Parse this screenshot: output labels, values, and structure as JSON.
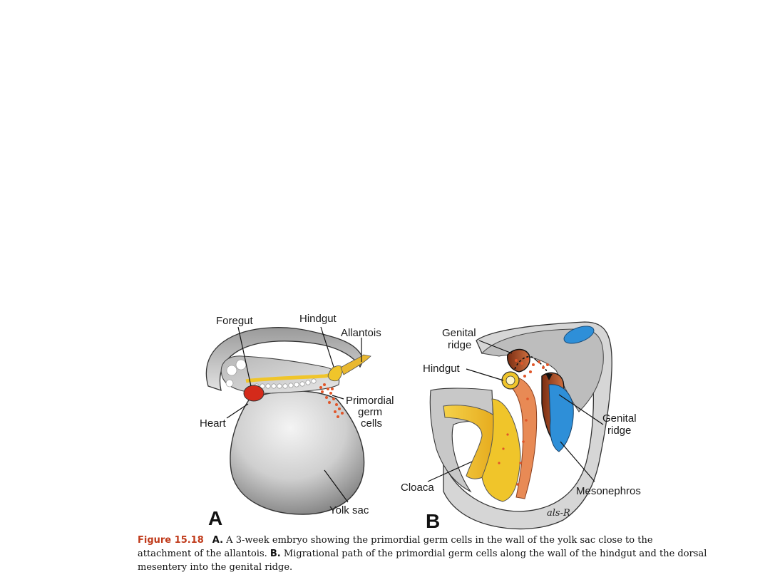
{
  "panel_a": {
    "letter": "A",
    "labels": {
      "foregut": "Foregut",
      "hindgut": "Hindgut",
      "allantois": "Allantois",
      "pgc_1": "Primordial",
      "pgc_2": "germ",
      "pgc_3": "cells",
      "heart": "Heart",
      "yolk_sac": "Yolk sac"
    }
  },
  "panel_b": {
    "letter": "B",
    "labels": {
      "genital_ridge_top_1": "Genital",
      "genital_ridge_top_2": "ridge",
      "hindgut": "Hindgut",
      "genital_ridge_right_1": "Genital",
      "genital_ridge_right_2": "ridge",
      "cloaca": "Cloaca",
      "mesonephros": "Mesonephros"
    },
    "signature": "als-R"
  },
  "caption": {
    "figure_number": "Figure 15.18",
    "a_label": "A.",
    "a_text": "A 3-week embryo showing the primordial germ cells in the wall of the yolk sac close to the attachment of the allantois.",
    "b_label": "B.",
    "b_text": "Migrational path of the primordial germ cells along the wall of the hindgut and the dorsal mesentery into the genital ridge."
  },
  "colors": {
    "caption_accent": "#c03a1a",
    "germ_cells": "#e0562a",
    "heart": "#d42a1a",
    "hindgut_yellow": "#f0c52a",
    "mesonephros_blue": "#2e8fd8",
    "genital_ridge_brown": "#b8572a"
  }
}
